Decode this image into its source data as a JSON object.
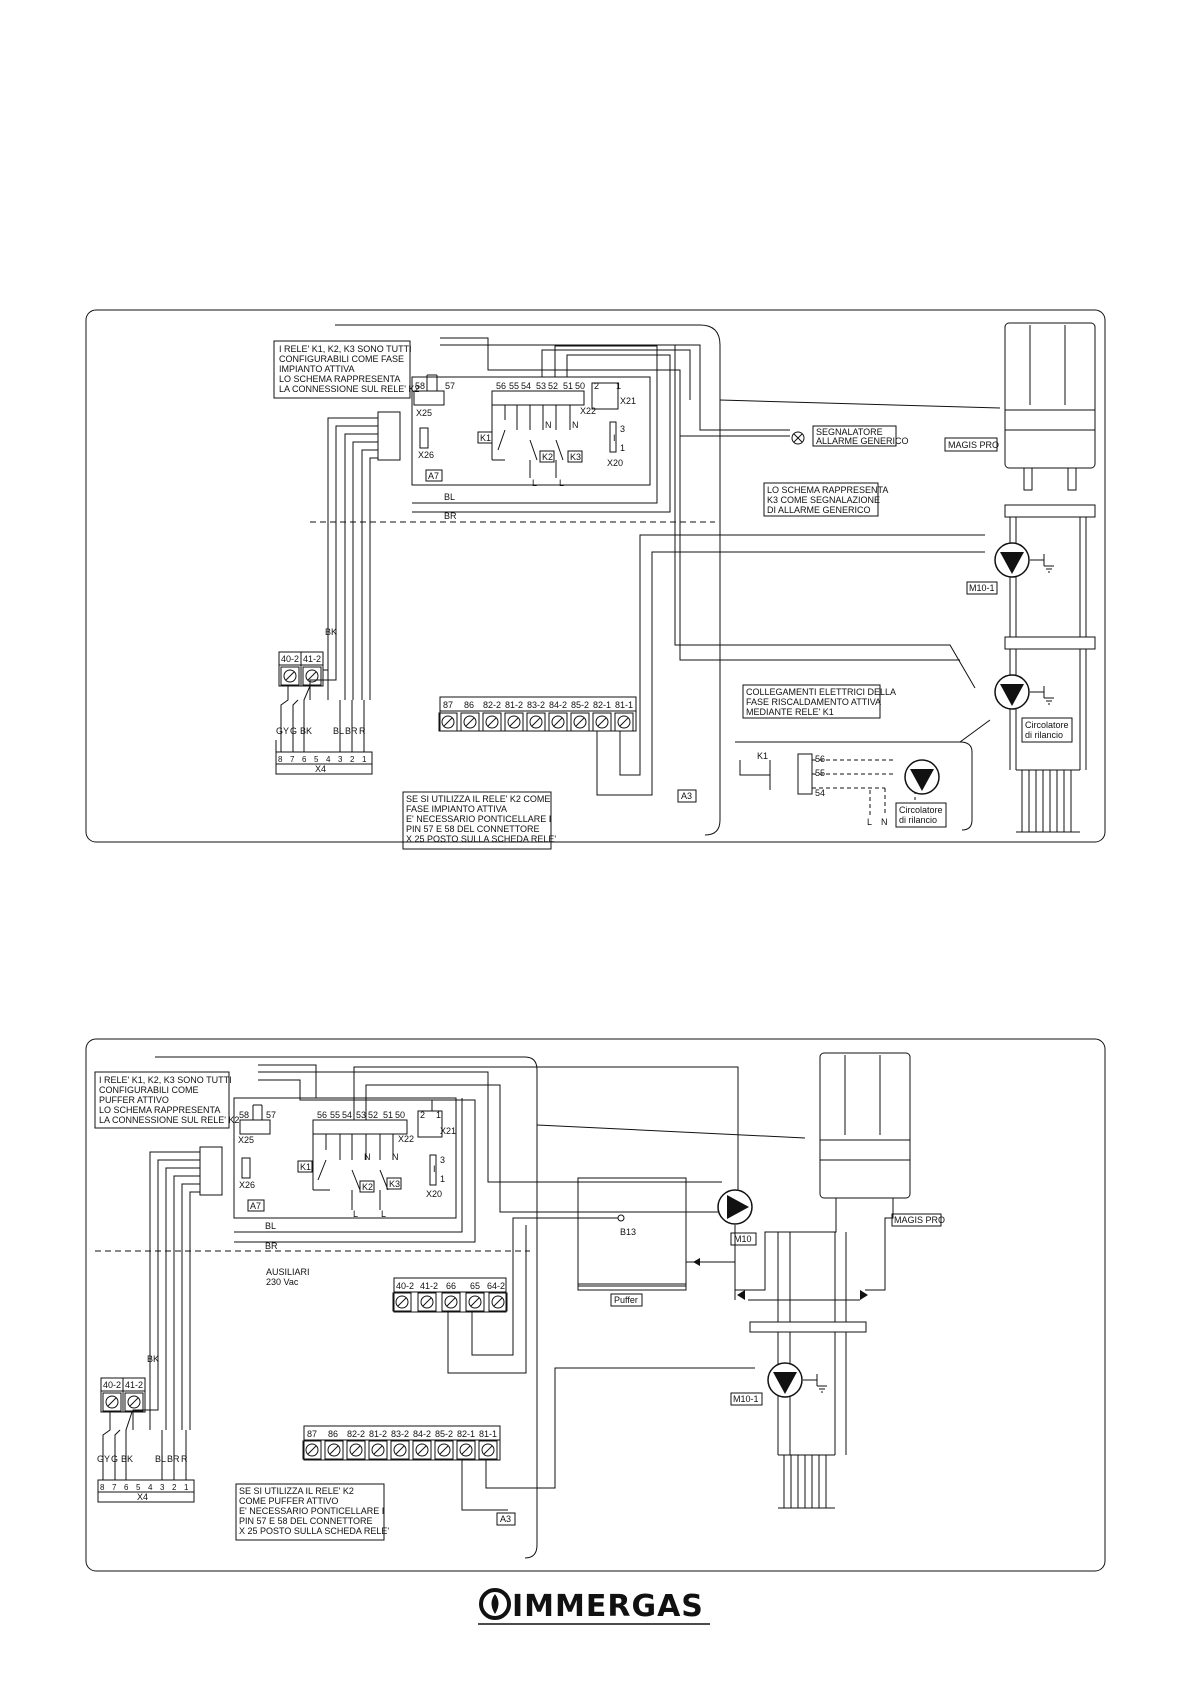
{
  "brand": {
    "logo_text": "IMMERGAS"
  },
  "diagram1": {
    "note_relays": [
      "I RELE' K1, K2, K3 SONO TUTTI",
      "CONFIGURABILI COME FASE",
      "IMPIANTO ATTIVA",
      "LO SCHEMA RAPPRESENTA",
      "LA CONNESSIONE SUL RELE' K2"
    ],
    "board": "A7",
    "connectors": {
      "x25": "X25",
      "x26": "X26",
      "x22": "X22",
      "x21": "X21",
      "x20": "X20"
    },
    "x25_pins": [
      "58",
      "57"
    ],
    "x22_pins": [
      "56",
      "55",
      "54",
      "53",
      "52",
      "51",
      "50"
    ],
    "x21_pins": [
      "2",
      "1"
    ],
    "x20_pins": [
      "3",
      "I",
      "1"
    ],
    "relays": [
      "K1",
      "K2",
      "K3"
    ],
    "n_labels": [
      "N",
      "N"
    ],
    "l_labels": [
      "L",
      "L"
    ],
    "wire_bl": "BL",
    "wire_br": "BR",
    "wire_bk": "BK",
    "alarm": [
      "SEGNALATORE",
      "ALLARME GENERICO"
    ],
    "boiler": "MAGIS PRO",
    "note_k3": [
      "LO SCHEMA RAPPRESENTA",
      "K3 COME SEGNALAZIONE",
      "DI ALLARME GENERICO"
    ],
    "pump_m101": "M10-1",
    "terminal_4041": [
      "40-2",
      "41-2"
    ],
    "x4_top": [
      "GY",
      "G",
      "BK",
      "BL",
      "BR",
      "R"
    ],
    "x4_pins": [
      "8",
      "7",
      "6",
      "5",
      "4",
      "3",
      "2",
      "1"
    ],
    "x4": "X4",
    "terminal_a3": [
      "87",
      "86",
      "82-2",
      "81-2",
      "83-2",
      "84-2",
      "85-2",
      "82-1",
      "81-1"
    ],
    "note_k1": [
      "COLLEGAMENTI ELETTRICI DELLA",
      "FASE RISCALDAMENTO ATTIVA",
      "MEDIANTE RELE' K1"
    ],
    "circ": [
      "Circolatore",
      "di rilancio"
    ],
    "k1_label": "K1",
    "k1_pins": [
      "56",
      "55",
      "54"
    ],
    "ln": [
      "L",
      "N"
    ],
    "circ2": [
      "Circolatore",
      "di rilancio"
    ],
    "note_k2": [
      "SE SI UTILIZZA IL RELE' K2 COME",
      "FASE IMPIANTO ATTIVA",
      "E' NECESSARIO PONTICELLARE I",
      "PIN 57 E 58 DEL CONNETTORE",
      "X 25 POSTO SULLA SCHEDA RELE'"
    ],
    "a3": "A3"
  },
  "diagram2": {
    "note_relays": [
      "I RELE' K1, K2, K3 SONO TUTTI",
      "CONFIGURABILI COME",
      "PUFFER ATTIVO",
      "LO SCHEMA RAPPRESENTA",
      "LA CONNESSIONE SUL RELE' K2"
    ],
    "board": "A7",
    "connectors": {
      "x25": "X25",
      "x26": "X26",
      "x22": "X22",
      "x21": "X21",
      "x20": "X20"
    },
    "x25_pins": [
      "58",
      "57"
    ],
    "x22_pins": [
      "56",
      "55",
      "54",
      "53",
      "52",
      "51",
      "50"
    ],
    "x21_pins": [
      "2",
      "1"
    ],
    "x20_pins": [
      "3",
      "I",
      "1"
    ],
    "relays": [
      "K1",
      "K2",
      "K3"
    ],
    "n_labels": [
      "N",
      "N"
    ],
    "l_labels": [
      "L",
      "L"
    ],
    "wire_bl": "BL",
    "wire_br": "BR",
    "wire_bk": "BK",
    "aux": [
      "AUSILIARI",
      "230 Vac"
    ],
    "terminal_aux": [
      "40-2",
      "41-2",
      "66",
      "65",
      "64-2"
    ],
    "sensor": "B13",
    "puffer": "Puffer",
    "pump_m10": "M10",
    "boiler": "MAGIS PRO",
    "pump_m101": "M10-1",
    "terminal_4041": [
      "40-2",
      "41-2"
    ],
    "x4_top": [
      "GY",
      "G",
      "BK",
      "BL",
      "BR",
      "R"
    ],
    "x4_pins": [
      "8",
      "7",
      "6",
      "5",
      "4",
      "3",
      "2",
      "1"
    ],
    "x4": "X4",
    "terminal_a3": [
      "87",
      "86",
      "82-2",
      "81-2",
      "83-2",
      "84-2",
      "85-2",
      "82-1",
      "81-1"
    ],
    "note_k2": [
      "SE SI UTILIZZA IL RELE' K2",
      "COME PUFFER ATTIVO",
      "E' NECESSARIO PONTICELLARE I",
      "PIN 57 E 58 DEL CONNETTORE",
      "X 25 POSTO SULLA SCHEDA RELE'"
    ],
    "a3": "A3"
  }
}
